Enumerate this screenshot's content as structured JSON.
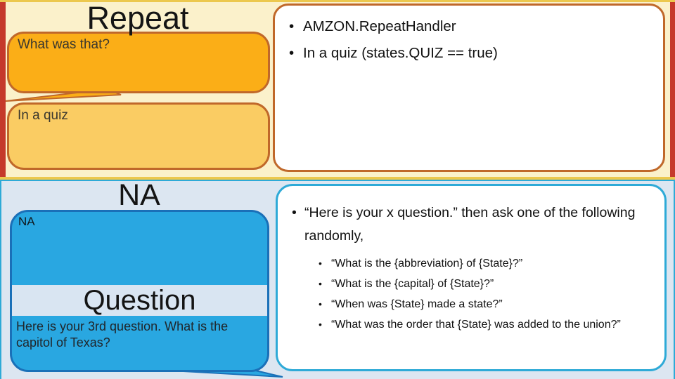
{
  "colors": {
    "red_bar": "#C5392B",
    "cream_bg": "#FBF1CB",
    "yellow_divider": "#ECC84E",
    "amber_fill": "#FBAE17",
    "amber_light_fill": "#FACC63",
    "orange_border": "#C0682A",
    "blue_bg": "#DCE6F1",
    "teal_border": "#2EAAD7",
    "bubble_fill": "#29A7E1",
    "bubble_border": "#1A70B8",
    "band_fill": "#D9E5F2"
  },
  "repeat_section": {
    "title": "Repeat",
    "card_what_label": "What was that?",
    "card_quiz_label": "In a quiz",
    "notes": [
      "AMZON.RepeatHandler",
      "In a quiz (states.QUIZ == true)"
    ]
  },
  "question_section": {
    "title": "NA",
    "bubble_label": "NA",
    "bubble_heading": "Question",
    "bubble_body": "Here is your 3rd question. What is the capitol of Texas?",
    "note_main": "“Here is your x question.” then ask one of the following randomly,",
    "note_subs": [
      "“What is the {abbreviation} of {State}?”",
      "“What is the {capital} of {State}?”",
      "“When was {State} made a state?”",
      "“What was the order that {State} was added to the union?”"
    ]
  }
}
